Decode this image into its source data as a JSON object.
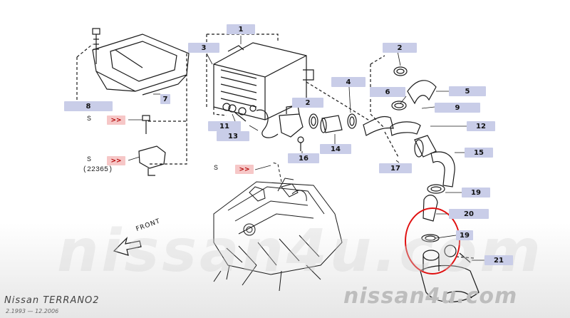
{
  "callouts": {
    "c1": "1",
    "c2a": "2",
    "c2b": "2",
    "c3": "3",
    "c4": "4",
    "c5": "5",
    "c6": "6",
    "c7": "7",
    "c8": "8",
    "c9": "9",
    "c11": "11",
    "c12": "12",
    "c13": "13",
    "c14": "14",
    "c15": "15",
    "c16": "16",
    "c17": "17",
    "c19a": "19",
    "c19b": "19",
    "c20": "20",
    "c21": "21"
  },
  "refs": {
    "r1": ">>",
    "r2": ">>",
    "r3": ">>"
  },
  "s_markers": {
    "s1": "S",
    "s2": "S",
    "s3": "S"
  },
  "part_code": "(22365)",
  "front_label": "FRONT",
  "watermark": "nissan4u.com",
  "footer": {
    "model": "Nissan TERRANO2",
    "dates": "2.1993 — 12.2006",
    "site": "nissan4u.com"
  },
  "colors": {
    "callout_bg": "#c9cde8",
    "ref_bg": "#f6c7c7",
    "highlight": "#e01010",
    "line": "#1a1a1a"
  }
}
